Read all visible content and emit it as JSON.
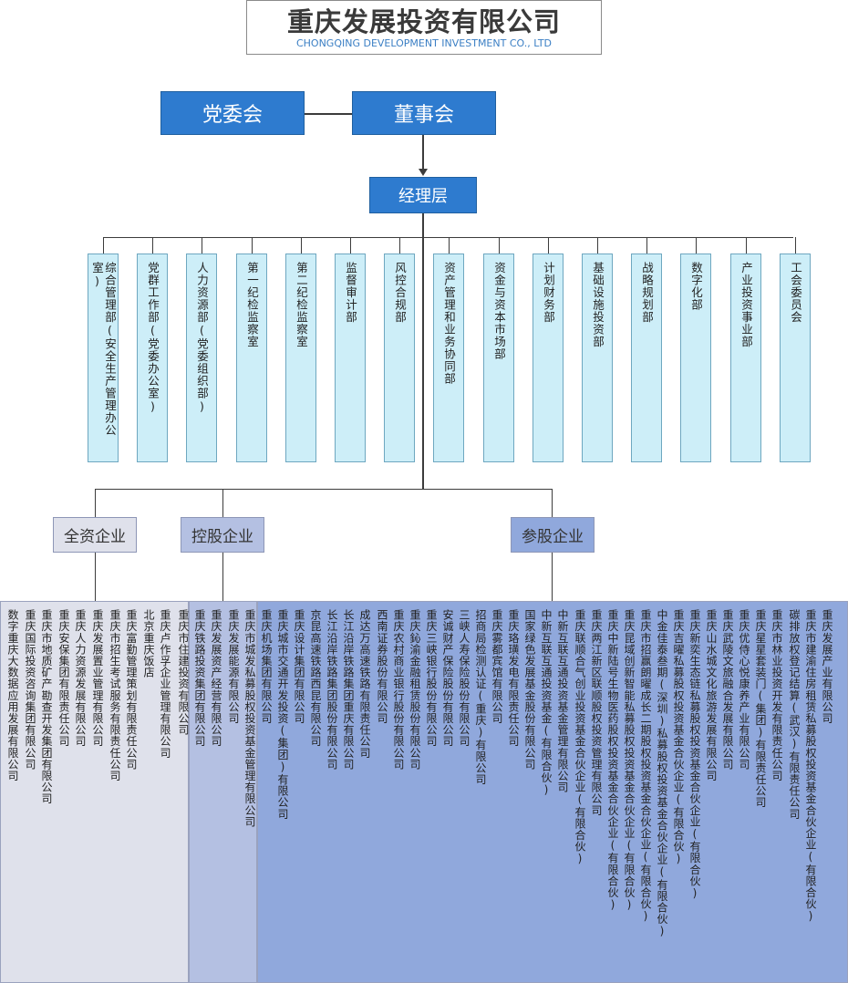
{
  "title": {
    "cn": "重庆发展投资有限公司",
    "en": "CHONGQING DEVELOPMENT INVESTMENT CO., LTD"
  },
  "top_boxes": {
    "party_committee": "党委会",
    "board": "董事会",
    "management": "经理层"
  },
  "departments": [
    "综合管理部(安全生产管理办公室)",
    "党群工作部(党委办公室)",
    "人力资源部(党委组织部)",
    "第一纪检监察室",
    "第二纪检监察室",
    "监督审计部",
    "风控合规部",
    "资产管理和业务协同部",
    "资金与资本市场部",
    "计划财务部",
    "基础设施投资部",
    "战略规划部",
    "数字化部",
    "产业投资事业部",
    "工会委员会"
  ],
  "categories": {
    "wholly_owned": "全资企业",
    "holding": "控股企业",
    "participating": "参股企业"
  },
  "wholly_owned": [
    "数字重庆大数据应用发展有限公司",
    "重庆国际投资咨询集团有限公司",
    "重庆市地质矿产勘查开发集团有限公司",
    "重庆安保集团有限责任公司",
    "重庆人力资源发展有限公司",
    "重庆发展置业管理有限公司",
    "重庆市招生考试服务有限责任公司",
    "重庆富勤管理策划有限责任公司",
    "北京重庆饭店",
    "重庆卢作孚企业管理有限公司"
  ],
  "holding": [
    "重庆市住建投资有限公司",
    "重庆铁路投资集团有限公司",
    "重庆发展资产经营有限公司",
    "重庆发展能源有限公司",
    "重庆市城发私募股权投资基金管理有限公司"
  ],
  "participating": [
    "重庆机场集团有限公司",
    "重庆城市交通开发投资(集团)有限公司",
    "重庆设计集团有限公司",
    "京昆高速铁路西昆有限公司",
    "长江沿岸铁路集团股份有限公司",
    "长江沿岸铁路集团重庆有限公司",
    "成达万高速铁路有限责任公司",
    "西南证券股份有限公司",
    "重庆农村商业银行股份有限公司",
    "重庆鈊渝金融租赁股份有限公司",
    "重庆三峡银行股份有限公司",
    "安诚财产保险股份有限公司",
    "三峡人寿保险股份有限公司",
    "招商局检测认证(重庆)有限公司",
    "重庆雾都宾馆有限公司",
    "重庆珞璜发电有限责任公司",
    "国家绿色发展基金股份有限公司",
    "中新互联互通投资基金(有限合伙)",
    "中新互联互通投资基金管理有限公司",
    "重庆联顺合气创业投资基金合伙企业(有限合伙)",
    "重庆两江新区联顺股权投资管理有限公司",
    "重庆中新陆号生物医药股权投资基金合伙企业(有限合伙)",
    "重庆昆域创新智能私募股权投资基金合伙企业(有限合伙)",
    "重庆市招赢朗曜成长二期股权投资基金合伙企业(有限合伙)",
    "中金佳泰叁期(深圳)私募股权投资基金合伙企业(有限合伙)",
    "重庆吉曜私募股权投资基金合伙企业(有限合伙)",
    "重庆新奕生态链私募股权投资基金合伙企业(有限合伙)",
    "重庆山水城文化旅游发展有限公司",
    "重庆武陵文旅融合发展有限公司",
    "重庆优侍心悦康养产业有限公司",
    "重庆星星套装门(集团)有限责任公司",
    "重庆市林业投资开发有限责任公司",
    "碳排放权登记结算(武汉)有限责任公司",
    "重庆市建渝住房租赁私募股权投资基金合伙企业(有限合伙)",
    "重庆发展产业有限公司"
  ],
  "colors": {
    "accent_blue": "#2e7bcf",
    "dept_fill": "#cdeef8",
    "wholly_fill": "#dfe1eb",
    "holding_fill": "#b4c0e2",
    "participating_fill": "#90a8dc"
  }
}
